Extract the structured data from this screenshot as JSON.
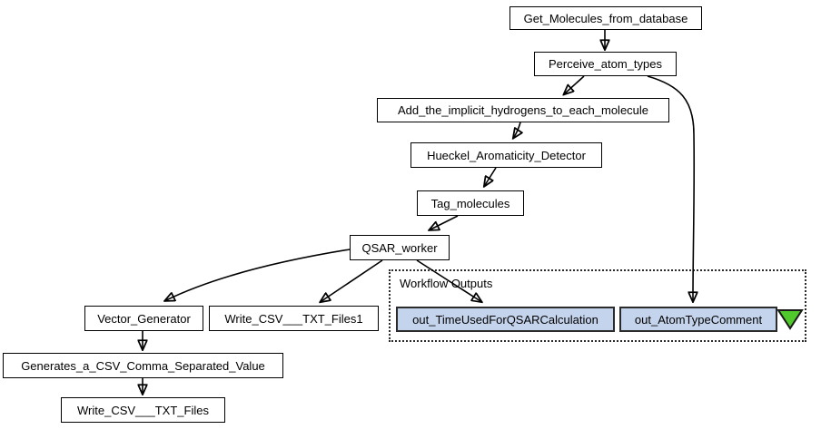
{
  "diagram": {
    "type": "workflow-graph",
    "nodes": [
      {
        "id": "get-molecules-from-database",
        "label": "Get_Molecules_from_database"
      },
      {
        "id": "perceive-atom-types",
        "label": "Perceive_atom_types"
      },
      {
        "id": "add-the-implicit-hydrogens-to-each-molecule",
        "label": "Add_the_implicit_hydrogens_to_each_molecule"
      },
      {
        "id": "hueckel-aromaticity-detector",
        "label": "Hueckel_Aromaticity_Detector"
      },
      {
        "id": "tag-molecules",
        "label": "Tag_molecules"
      },
      {
        "id": "qsar-worker",
        "label": "QSAR_worker"
      },
      {
        "id": "vector-generator",
        "label": "Vector_Generator"
      },
      {
        "id": "write-csv-txt-files1",
        "label": "Write_CSV___TXT_Files1"
      },
      {
        "id": "generates-a-csv-comma-separated-value",
        "label": "Generates_a_CSV_Comma_Separated_Value"
      },
      {
        "id": "write-csv-txt-files",
        "label": "Write_CSV___TXT_Files"
      }
    ],
    "outputs_group": {
      "label": "Workflow Outputs",
      "items": [
        {
          "id": "out-time-used-for-qsar-calculation",
          "label": "out_TimeUsedForQSARCalculation"
        },
        {
          "id": "out-atom-type-comment",
          "label": "out_AtomTypeComment"
        }
      ],
      "icon": "output-port-triangle-icon"
    },
    "edges": [
      {
        "from": "Get_Molecules_from_database",
        "to": "Perceive_atom_types"
      },
      {
        "from": "Perceive_atom_types",
        "to": "Add_the_implicit_hydrogens_to_each_molecule"
      },
      {
        "from": "Perceive_atom_types",
        "to": "out_AtomTypeComment"
      },
      {
        "from": "Add_the_implicit_hydrogens_to_each_molecule",
        "to": "Hueckel_Aromaticity_Detector"
      },
      {
        "from": "Hueckel_Aromaticity_Detector",
        "to": "Tag_molecules"
      },
      {
        "from": "Tag_molecules",
        "to": "QSAR_worker"
      },
      {
        "from": "QSAR_worker",
        "to": "Vector_Generator"
      },
      {
        "from": "QSAR_worker",
        "to": "Write_CSV___TXT_Files1"
      },
      {
        "from": "QSAR_worker",
        "to": "out_TimeUsedForQSARCalculation"
      },
      {
        "from": "Vector_Generator",
        "to": "Generates_a_CSV_Comma_Separated_Value"
      },
      {
        "from": "Generates_a_CSV_Comma_Separated_Value",
        "to": "Write_CSV___TXT_Files"
      }
    ],
    "colors": {
      "node_fill": "#ffffff",
      "node_border": "#000000",
      "output_fill": "#c5d4ed",
      "output_border": "#2b2b2b",
      "triangle_fill": "#50c92c",
      "edge": "#000000"
    }
  }
}
